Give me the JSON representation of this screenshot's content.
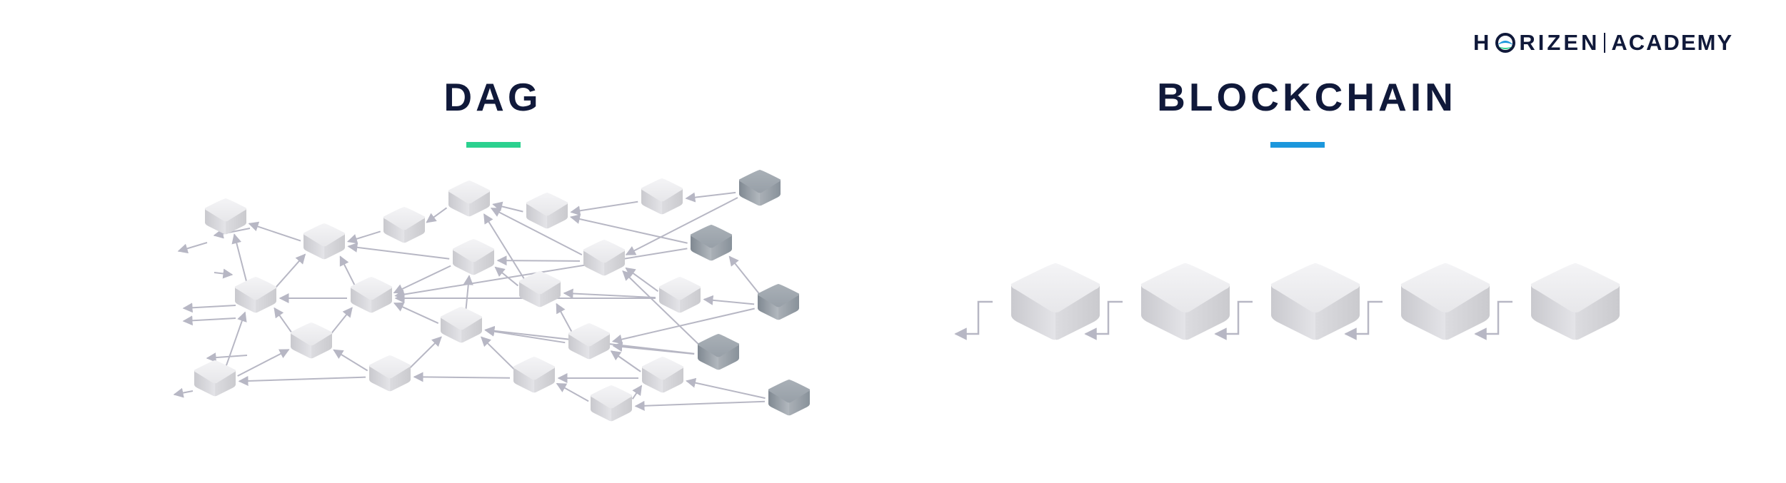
{
  "logo": {
    "part1": "H",
    "part2": "RIZEN",
    "part3": "ACADEMY",
    "icon": "horizen-logo-icon"
  },
  "dag": {
    "title": "DAG",
    "accent": "#2bd18f"
  },
  "blockchain": {
    "title": "BLOCKCHAIN",
    "accent": "#1c97dc",
    "block_count": 5
  },
  "colors": {
    "block_light": "#e4e4e8",
    "block_dark": "#a3a9b1",
    "arrow": "#b7b7c4",
    "text": "#10193a"
  }
}
